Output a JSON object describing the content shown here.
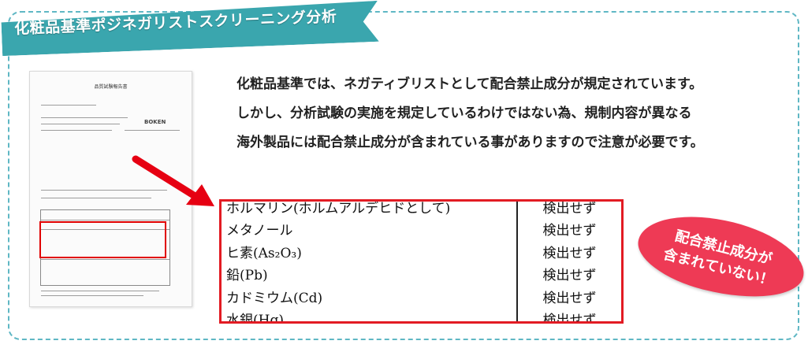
{
  "header": {
    "title": "化粧品基準ポジネガリストスクリーニング分析"
  },
  "document_thumbnail": {
    "title": "品質試験報告書",
    "company_logo": "BOKEN",
    "highlight_color": "#e00000"
  },
  "description": {
    "lines": [
      "化粧品基準では、ネガティブリストとして配合禁止成分が規定されています。",
      "しかし、分析試験の実施を規定しているわけではない為、規制内容が異なる",
      "海外製品には配合禁止成分が含まれている事がありますので注意が必要です。"
    ]
  },
  "results": {
    "border_color": "#e21b23",
    "rows": [
      {
        "name": "ホルマリン(ホルムアルデヒドとして)",
        "result": "検出せず"
      },
      {
        "name": "メタノール",
        "result": "検出せず"
      },
      {
        "name": "ヒ素(As₂O₃)",
        "result": "検出せず"
      },
      {
        "name": "鉛(Pb)",
        "result": "検出せず"
      },
      {
        "name": "カドミウム(Cd)",
        "result": "検出せず"
      },
      {
        "name": "水銀(Hg)",
        "result": "検出せず"
      }
    ]
  },
  "badge": {
    "line1": "配合禁止成分が",
    "line2": "含まれていない！",
    "color": "#ee3a55"
  },
  "colors": {
    "accent_teal": "#3aa6ae",
    "frame_dash": "#5fb7c4",
    "arrow_red": "#e60012"
  }
}
